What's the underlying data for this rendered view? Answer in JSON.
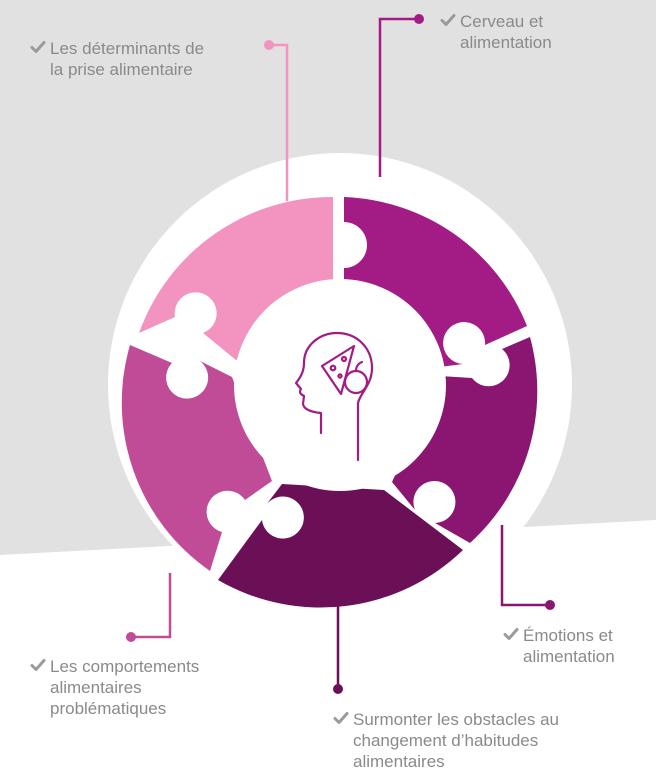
{
  "colors": {
    "background_gray": "#e1e1e1",
    "segment_light_pink": "#f294bf",
    "segment_magenta": "#a31b84",
    "segment_plum": "#8a1672",
    "segment_dark_plum": "#6b0f57",
    "segment_pink_purple": "#c04c98",
    "text_gray": "#8a8a8a",
    "check_gray": "#9a9a9a"
  },
  "labels": {
    "determinants": [
      "Les déterminants de",
      "la prise alimentaire"
    ],
    "brain": [
      "Cerveau et",
      "alimentation"
    ],
    "emotions": [
      "Émotions et",
      "alimentation"
    ],
    "obstacles": [
      "Surmonter les obstacles au",
      "changement d’habitudes",
      "alimentaires"
    ],
    "behaviors": [
      "Les comportements",
      "alimentaires",
      "problématiques"
    ]
  },
  "center_icon": "head-with-food-icon",
  "check_icon": "checkmark-icon"
}
